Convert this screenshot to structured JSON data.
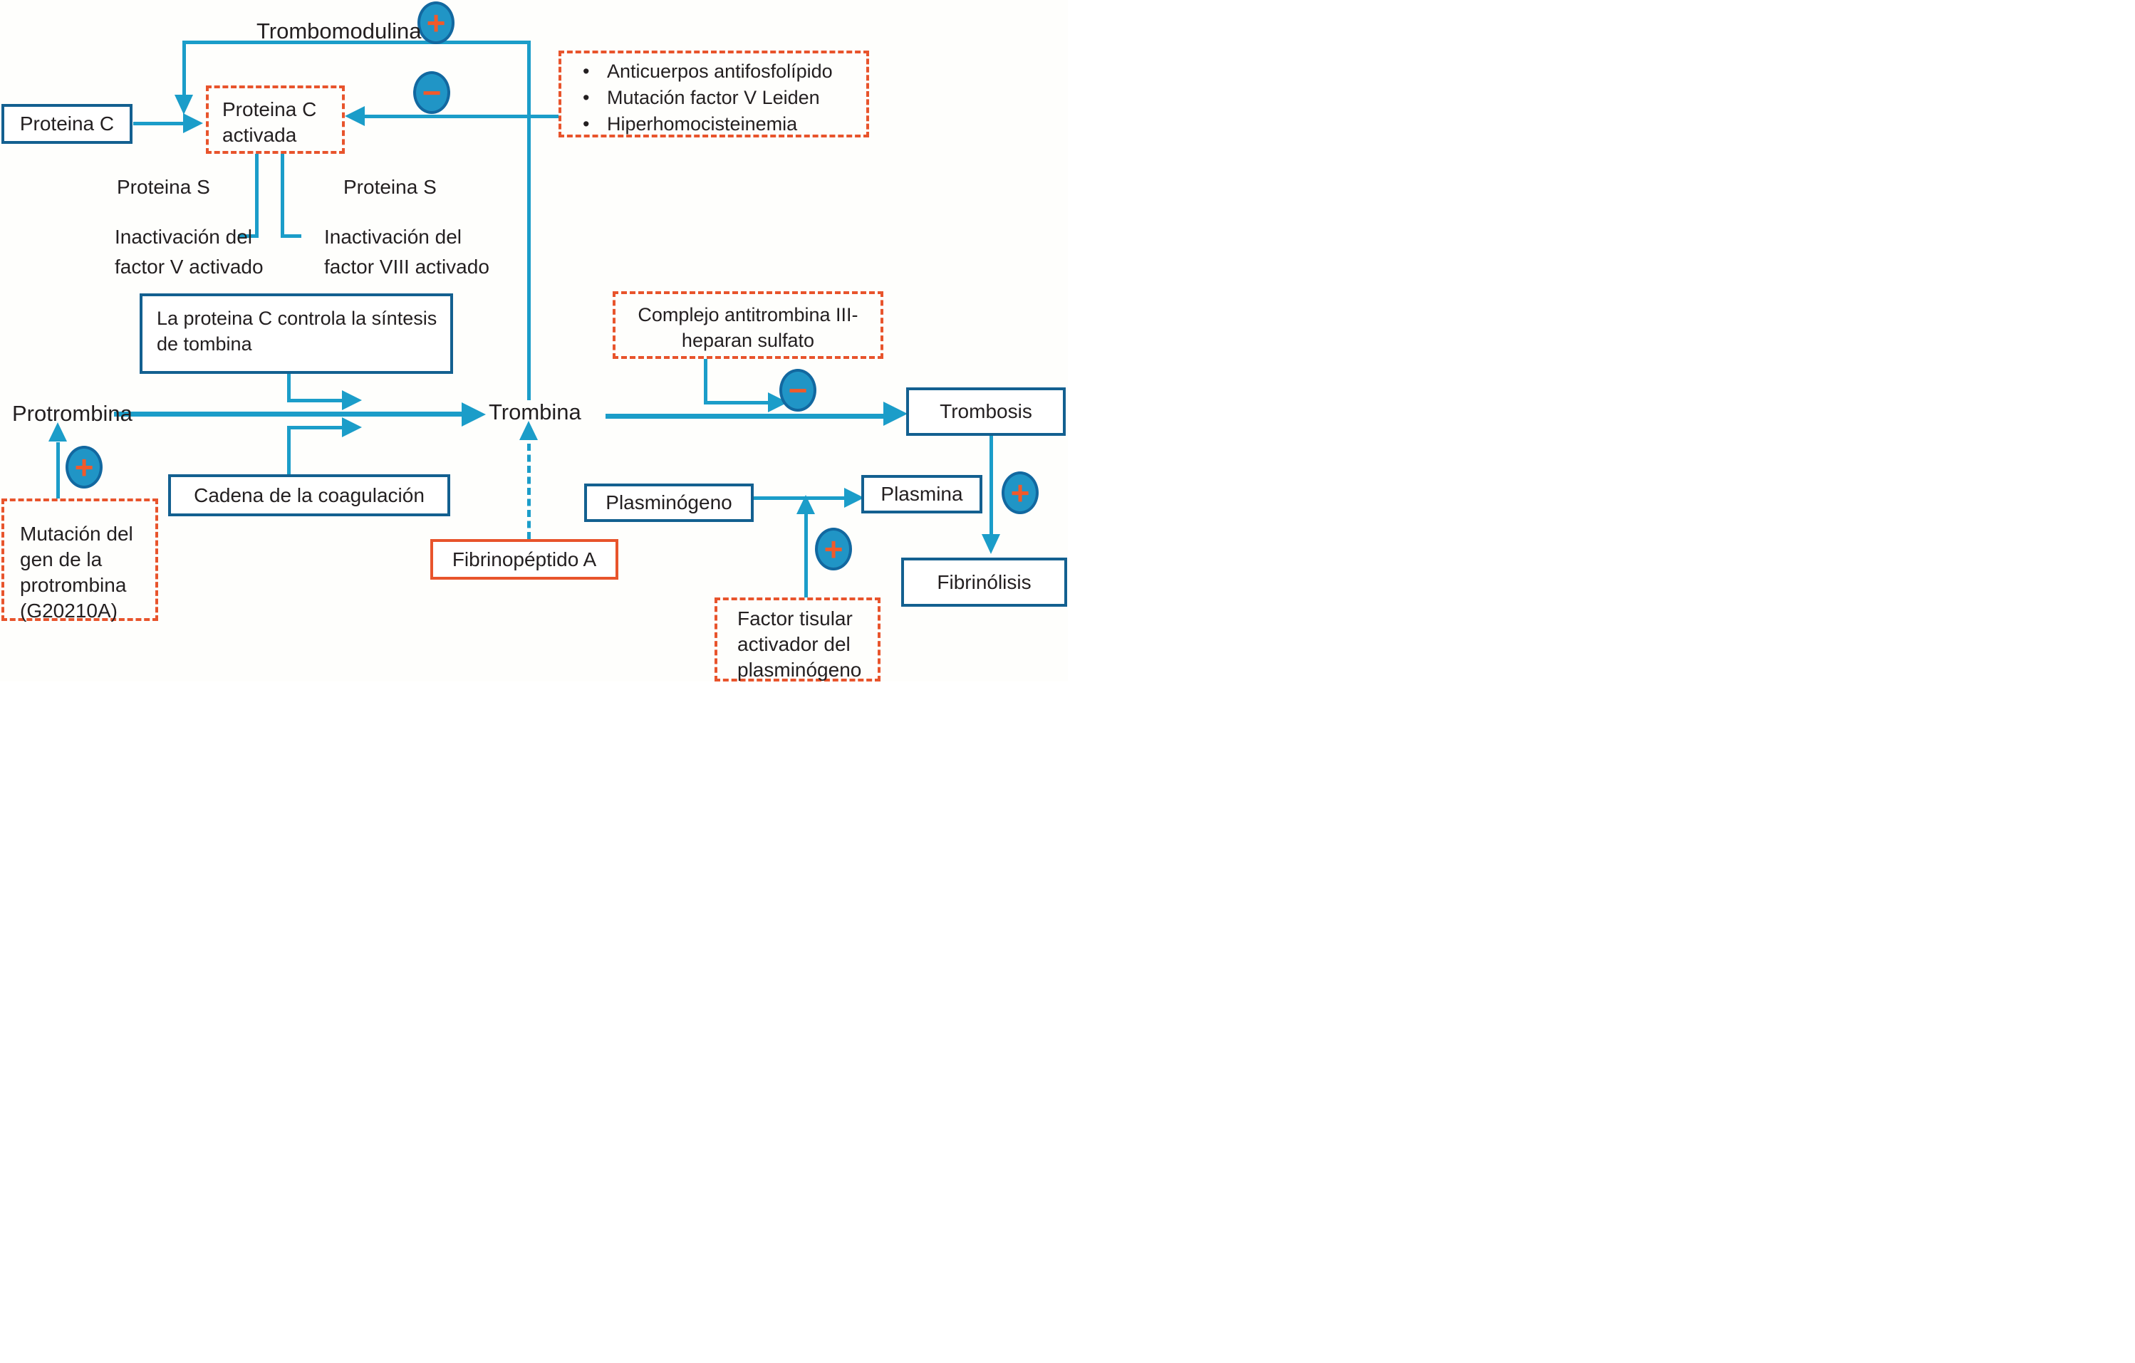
{
  "bullet": "•",
  "signs": {
    "plus": "+",
    "minus": "−"
  },
  "colors": {
    "arrow_blue": "#1b9dc9",
    "box_border_blue": "#136090",
    "dashed_orange": "#e8542c",
    "circle_fill": "#2095c6",
    "circle_border": "#1268a0",
    "sign_orange": "#f05a2b",
    "text": "#231f20"
  },
  "labels": {
    "trombomodulina": "Trombomodulina",
    "proteina_c": "Proteina C",
    "proteina_c_activada": [
      "Proteina C",
      "activada"
    ],
    "risk_factors": [
      "Anticuerpos antifosfolípido",
      "Mutación factor V Leiden",
      "Hiperhomocisteinemia"
    ],
    "proteina_s_left": "Proteina S",
    "proteina_s_right": "Proteina S",
    "inactivacion_v": [
      "Inactivación del",
      "factor V activado"
    ],
    "inactivacion_viii": [
      "Inactivación del",
      "factor VIII activado"
    ],
    "control_sintesis": [
      "La proteina C controla la síntesis",
      "de tombina"
    ],
    "protrombina": "Protrombina",
    "trombina": "Trombina",
    "cadena": "Cadena de la coagulación",
    "mutacion": [
      "Mutación del",
      "gen de la",
      "protrombina",
      "(G20210A)"
    ],
    "fibrinopeptido": "Fibrinopéptido A",
    "complejo": [
      "Complejo antitrombina III-",
      "heparan sulfato"
    ],
    "trombosis": "Trombosis",
    "plasminogeno": "Plasminógeno",
    "plasmina": "Plasmina",
    "fibrinolisis": "Fibrinólisis",
    "factor_tisular": [
      "Factor tisular",
      "activador del",
      "plasminógeno"
    ]
  }
}
